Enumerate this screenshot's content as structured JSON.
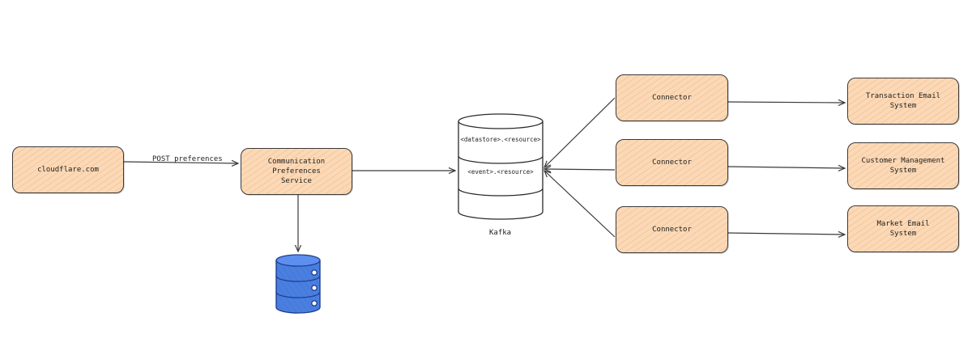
{
  "nodes": {
    "cloudflare": "cloudflare.com",
    "comm_service": "Communication\nPreferences\nService",
    "connector_1": "Connector",
    "connector_2": "Connector",
    "connector_3": "Connector",
    "transaction_email": "Transaction Email\nSystem",
    "customer_management": "Customer Management\nSystem",
    "market_email": "Market Email\nSystem"
  },
  "kafka": {
    "label": "Kafka",
    "topic_1": "<datastore>.<resource>",
    "topic_2": "<event>.<resource>"
  },
  "edges": {
    "post_preferences": "POST preferences"
  },
  "colors": {
    "box_fill": "#fcd9b6",
    "stroke": "#3a3a3a",
    "database_fill": "#4a7fe0"
  },
  "icons": {
    "database": "database-icon"
  }
}
